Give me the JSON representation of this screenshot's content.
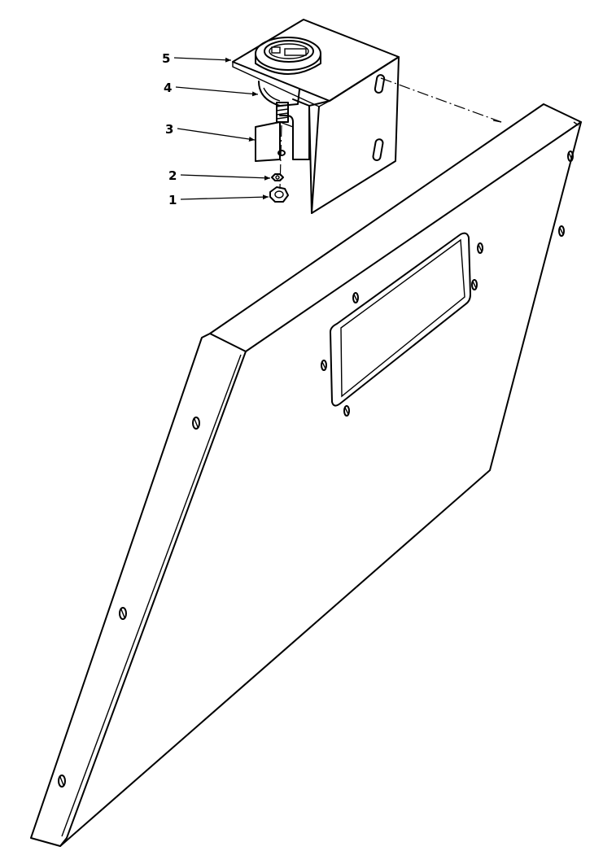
{
  "callouts": [
    {
      "id": "c5",
      "label": "5"
    },
    {
      "id": "c4",
      "label": "4"
    },
    {
      "id": "c3",
      "label": "3"
    },
    {
      "id": "c2",
      "label": "2"
    },
    {
      "id": "c1",
      "label": "1"
    }
  ]
}
